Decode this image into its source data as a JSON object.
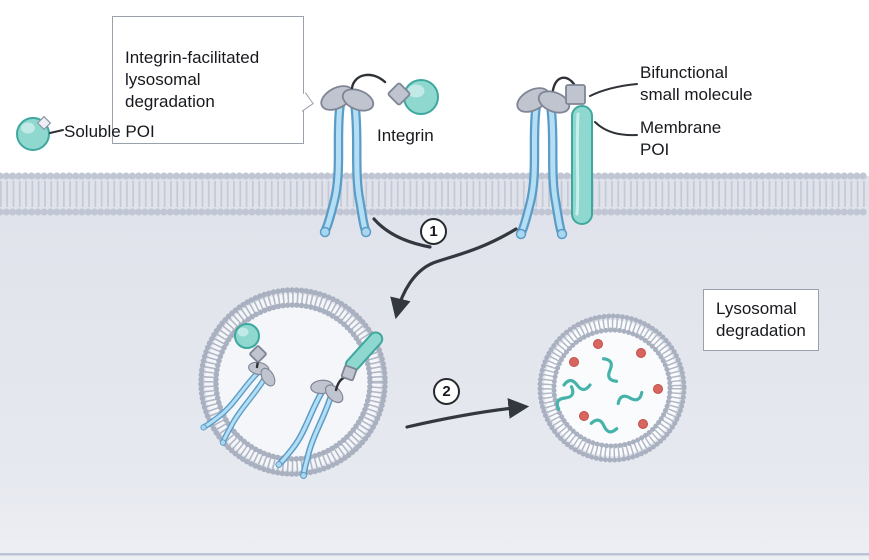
{
  "figure": {
    "title_box": {
      "text": "Integrin-facilitated\nlysosomal\ndegradation"
    },
    "labels": {
      "soluble_poi": "Soluble POI",
      "integrin": "Integrin",
      "bifunctional_small_molecule": "Bifunctional\nsmall molecule",
      "membrane_poi": "Membrane\nPOI"
    },
    "lysosomal_box": {
      "text": "Lysosomal\ndegradation"
    },
    "steps": {
      "step1": "1",
      "step2": "2"
    },
    "icons": {
      "soluble_poi_icon": "teal-sphere",
      "bifunctional_molecule_icon": "grey-diamond",
      "membrane_poi_icon": "teal-rod",
      "integrin_icon": "two-legged-receptor",
      "vesicle_icon": "lipid-circle",
      "degraded_fragments_icon": "red-dots-and-teal-squiggles"
    },
    "colors": {
      "soluble_poi_teal": "#8ed8d0",
      "teal_stroke": "#3fa89e",
      "integrin_blue": "#b4def4",
      "integrin_blue_stroke": "#5b9cc7",
      "domain_grey": "#c0c4cf",
      "domain_grey_stroke": "#7e8595",
      "membrane_grey": "#c3c8d4",
      "vesicle_grey": "#b2b8c6",
      "fragment_red": "#d9655f",
      "arrow_dark": "#33383f",
      "lower_background": "#e3e5ed"
    }
  }
}
